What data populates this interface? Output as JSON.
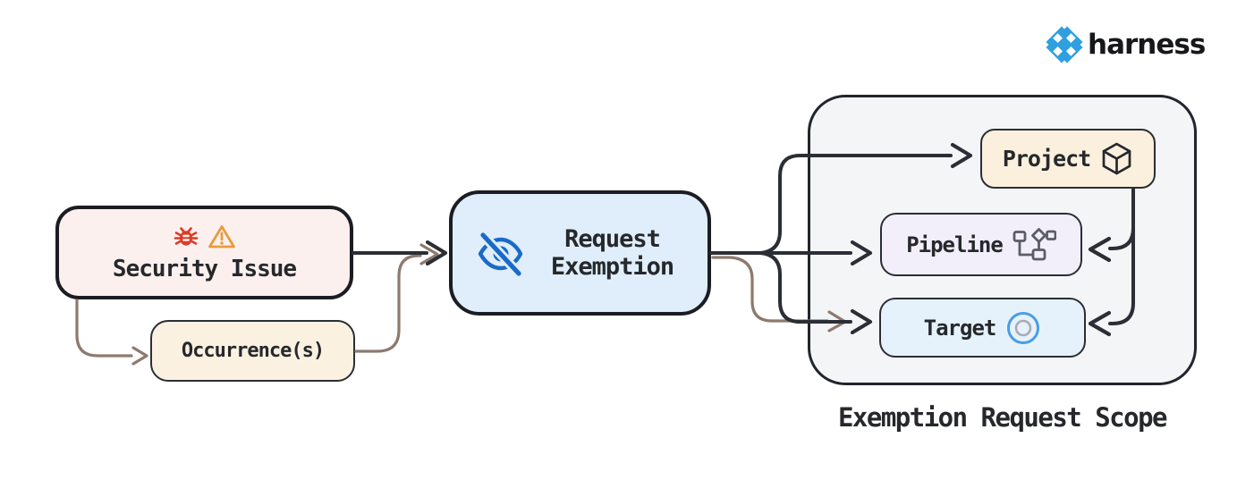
{
  "logo": {
    "text": "harness",
    "mark_color": "#2f9fe0",
    "text_color": "#17181c"
  },
  "diagram": {
    "security_issue": {
      "label": "Security Issue",
      "fill": "#fcf0ee",
      "icons": [
        "bug-icon",
        "warning-icon"
      ]
    },
    "occurrences": {
      "label": "Occurrence(s)",
      "fill": "#faf1e1"
    },
    "request_exemption": {
      "label": "Request Exemption",
      "fill": "#dfeefa",
      "icon": "eye-off-icon"
    },
    "scope": {
      "label": "Exemption Request Scope",
      "fill": "#f4f5f7"
    },
    "project": {
      "label": "Project",
      "fill": "#fbf0dd",
      "icon": "package-icon"
    },
    "pipeline": {
      "label": "Pipeline",
      "fill": "#f2eefa",
      "icon": "pipeline-icon"
    },
    "target": {
      "label": "Target",
      "fill": "#e6f2fb",
      "icon": "target-icon"
    }
  },
  "connections": [
    {
      "from": "security-issue",
      "to": "request-exemption",
      "color": "#2b2e35"
    },
    {
      "from": "security-issue",
      "to": "occurrences",
      "color": "#8d7a6e"
    },
    {
      "from": "occurrences",
      "to": "request-exemption",
      "color": "#8d7a6e"
    },
    {
      "from": "request-exemption",
      "to": "project",
      "color": "#2b2e35"
    },
    {
      "from": "request-exemption",
      "to": "pipeline",
      "color": "#2b2e35"
    },
    {
      "from": "request-exemption",
      "to": "target",
      "color": "#2b2e35"
    },
    {
      "from": "request-exemption",
      "to": "target",
      "color": "#8d7a6e"
    },
    {
      "from": "project",
      "to": "pipeline",
      "color": "#2b2e35"
    },
    {
      "from": "project",
      "to": "target",
      "color": "#2b2e35"
    }
  ],
  "colors": {
    "connector_dark": "#2b2e35",
    "connector_brown": "#8d7a6e",
    "bug_red": "#dd3b27",
    "warning_orange": "#e89c3e",
    "eye_blue": "#1b6ac8",
    "target_blue": "#4a9de4",
    "pipeline_gray": "#5a5d63",
    "border_dark": "#1b1d22",
    "background": "#ffffff"
  }
}
